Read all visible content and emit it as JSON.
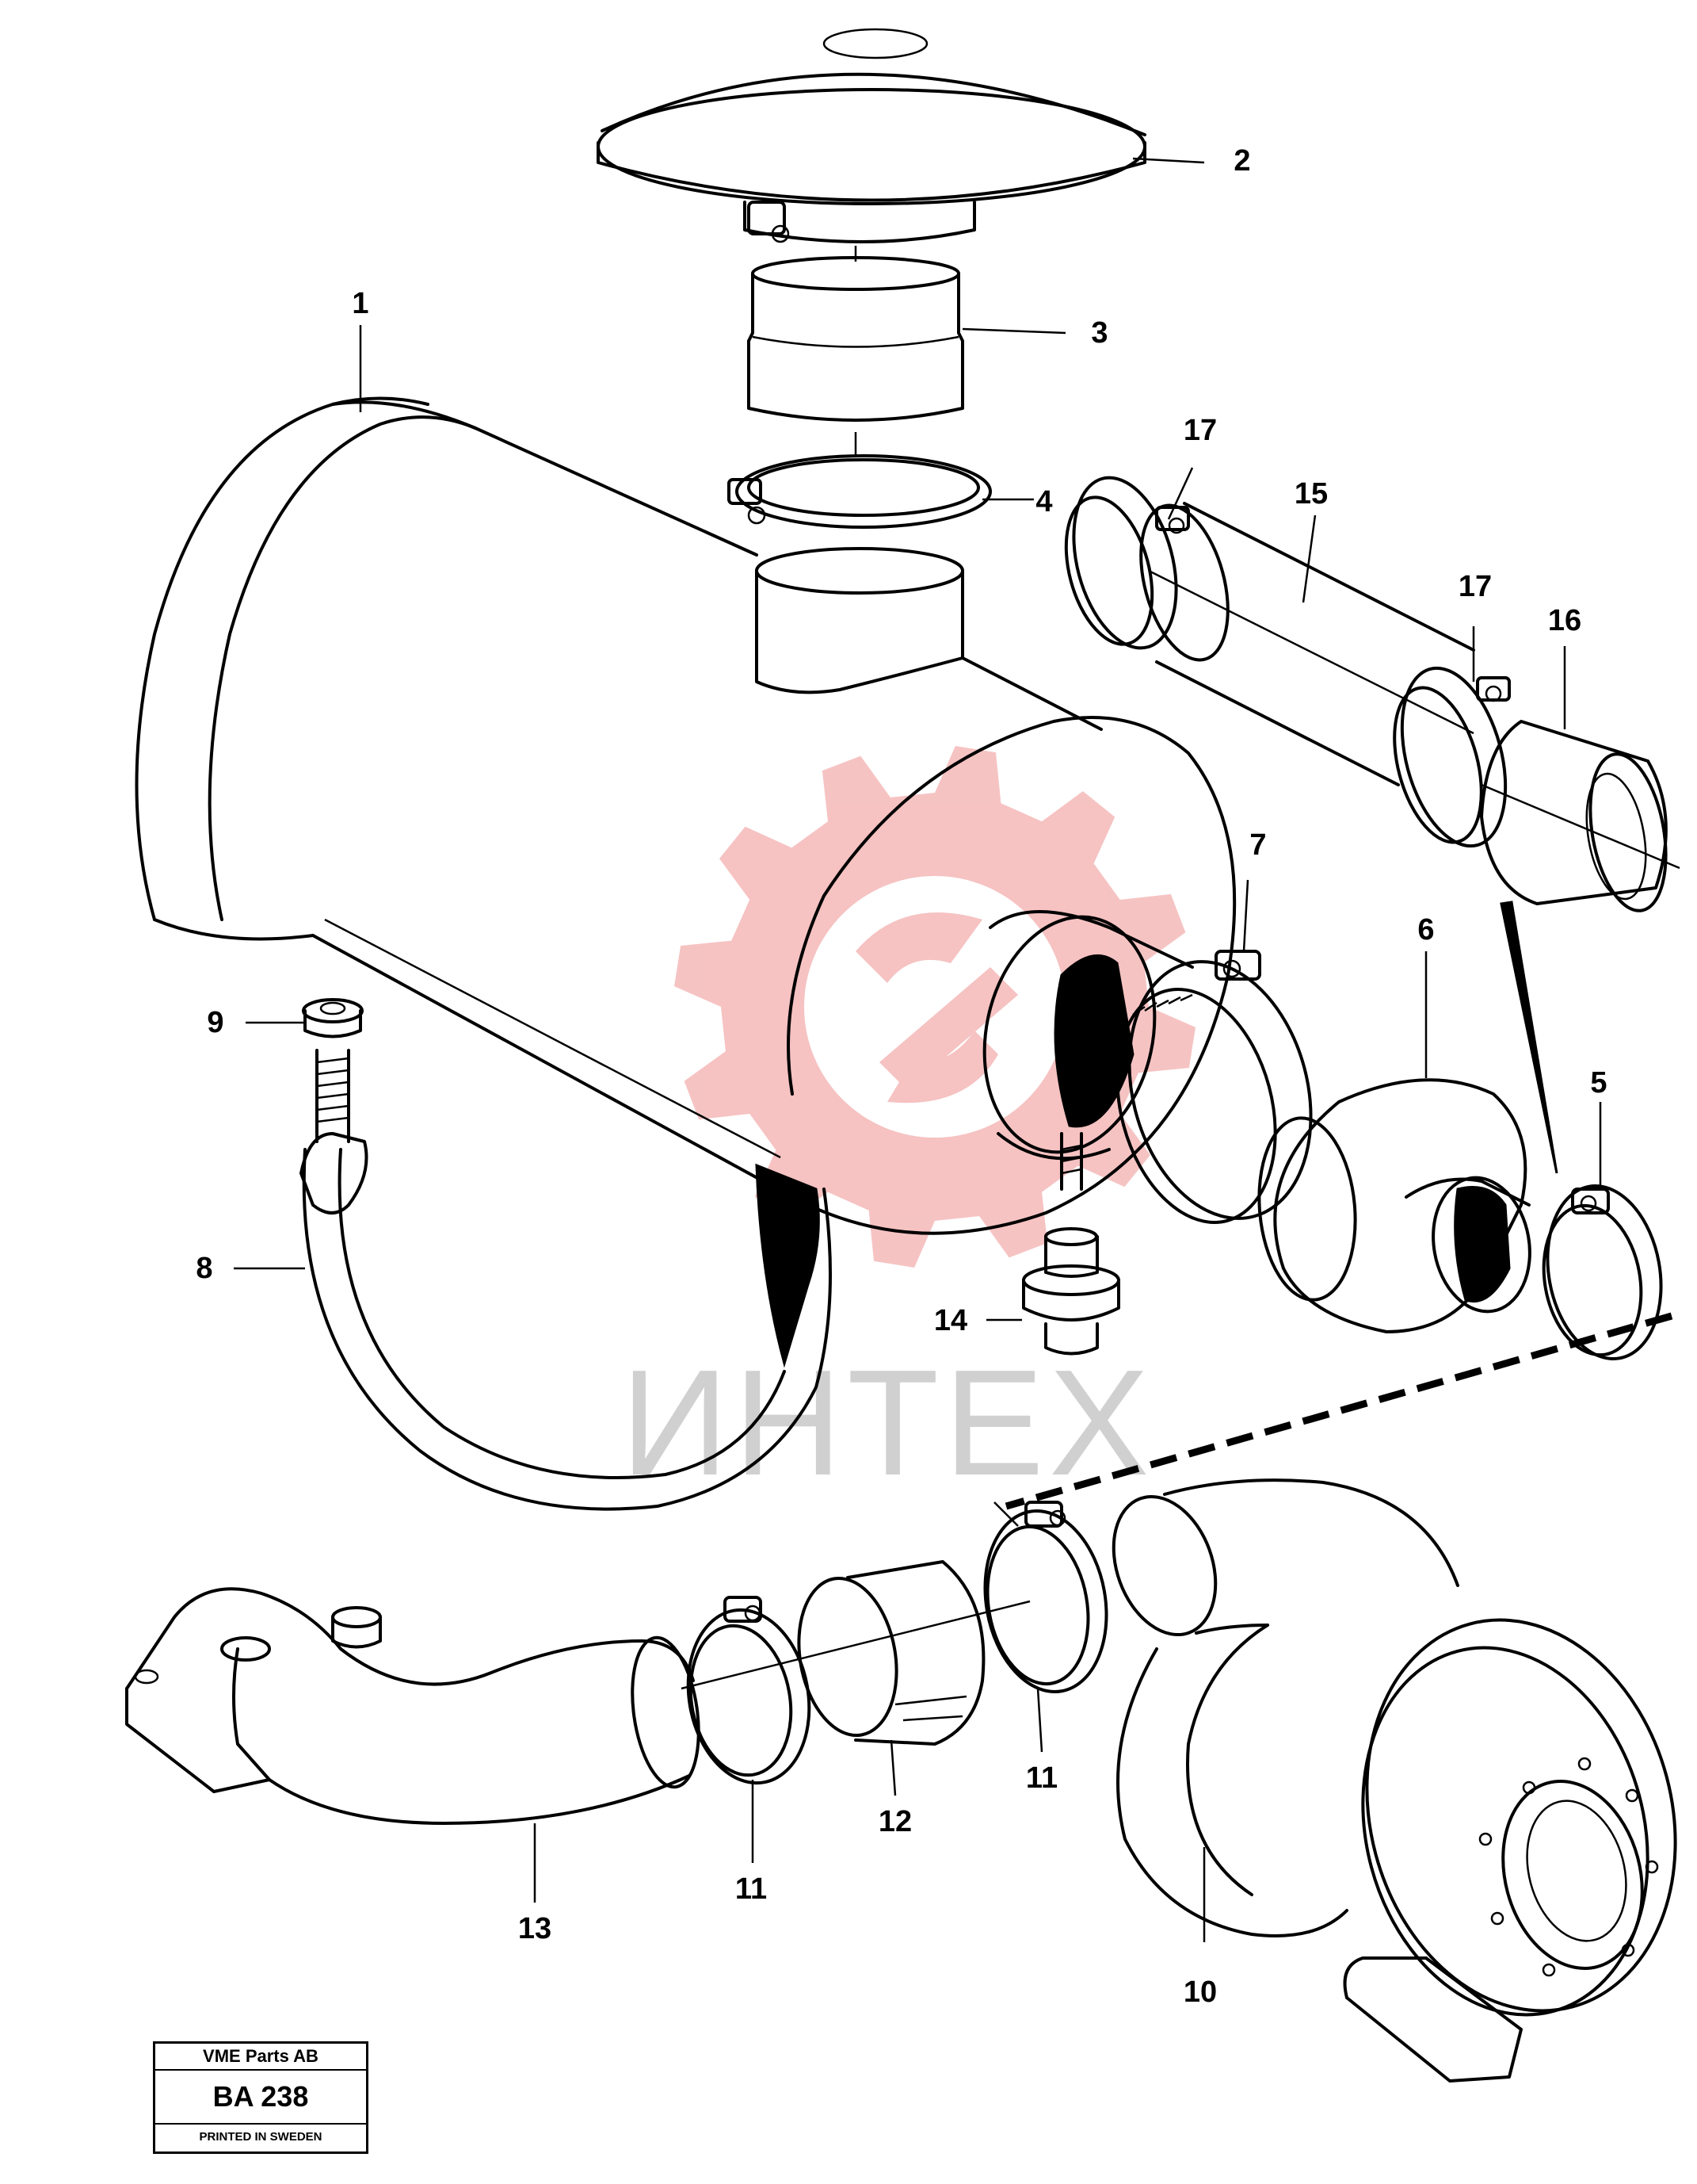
{
  "watermark": {
    "text": "ИНТЕХ",
    "gear_color": "#f5b8b8"
  },
  "callouts": [
    {
      "id": "c1",
      "label": "1"
    },
    {
      "id": "c2",
      "label": "2"
    },
    {
      "id": "c3",
      "label": "3"
    },
    {
      "id": "c4",
      "label": "4"
    },
    {
      "id": "c5",
      "label": "5"
    },
    {
      "id": "c6",
      "label": "6"
    },
    {
      "id": "c7",
      "label": "7"
    },
    {
      "id": "c8",
      "label": "8"
    },
    {
      "id": "c9",
      "label": "9"
    },
    {
      "id": "c10",
      "label": "10"
    },
    {
      "id": "c11a",
      "label": "11"
    },
    {
      "id": "c11b",
      "label": "11"
    },
    {
      "id": "c12",
      "label": "12"
    },
    {
      "id": "c13",
      "label": "13"
    },
    {
      "id": "c14",
      "label": "14"
    },
    {
      "id": "c15",
      "label": "15"
    },
    {
      "id": "c16",
      "label": "16"
    },
    {
      "id": "c17a",
      "label": "17"
    },
    {
      "id": "c17b",
      "label": "17"
    }
  ],
  "titleblock": {
    "company": "VME Parts AB",
    "code": "BA 238",
    "printed": "PRINTED IN SWEDEN"
  }
}
